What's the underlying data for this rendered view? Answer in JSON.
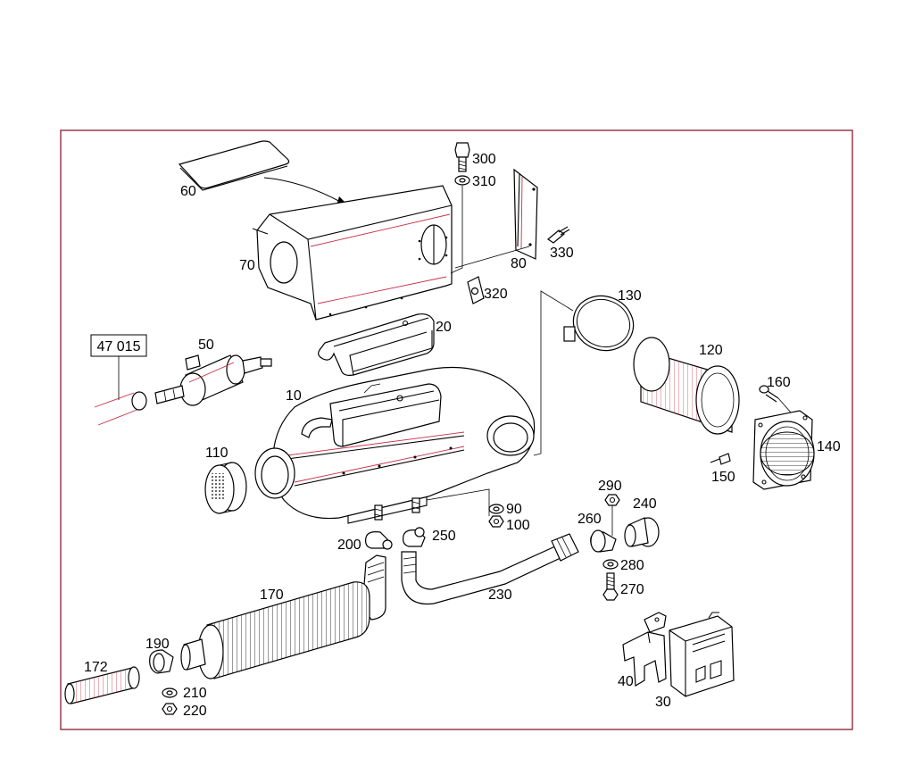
{
  "diagram": {
    "colors": {
      "frame": "#8b1a2e",
      "accent": "#c8324b",
      "line": "#000000",
      "background": "#ffffff"
    },
    "reference_box": "47 015",
    "labels": {
      "p10": "10",
      "p20": "20",
      "p30": "30",
      "p40": "40",
      "p50": "50",
      "p60": "60",
      "p70": "70",
      "p80": "80",
      "p90": "90",
      "p100": "100",
      "p110": "110",
      "p120": "120",
      "p130": "130",
      "p140": "140",
      "p150": "150",
      "p160": "160",
      "p170": "170",
      "p172": "172",
      "p190": "190",
      "p200": "200",
      "p210": "210",
      "p220": "220",
      "p230": "230",
      "p240": "240",
      "p250": "250",
      "p260": "260",
      "p270": "270",
      "p280": "280",
      "p290": "290",
      "p300": "300",
      "p310": "310",
      "p320": "320",
      "p330": "330"
    }
  }
}
